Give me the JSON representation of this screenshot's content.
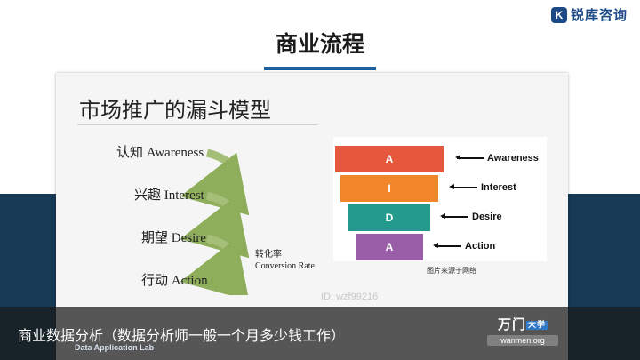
{
  "brand": {
    "logo_text": "锐库咨询"
  },
  "page": {
    "title": "商业流程"
  },
  "slide": {
    "title": "市场推广的漏斗模型",
    "stages": [
      "认知 Awareness",
      "兴趣 Interest",
      "期望 Desire",
      "行动 Action"
    ],
    "conversion": {
      "cn": "转化率",
      "en": "Conversion Rate"
    },
    "funnel": {
      "layers": [
        {
          "letter": "A",
          "label": "Awareness",
          "color": "#e5583d"
        },
        {
          "letter": "I",
          "label": "Interest",
          "color": "#f0852a"
        },
        {
          "letter": "D",
          "label": "Desire",
          "color": "#239a8c"
        },
        {
          "letter": "A",
          "label": "Action",
          "color": "#9a5ea8"
        }
      ],
      "source": "图片来源于网络"
    },
    "watermark": "ID: wzf99216"
  },
  "footer": {
    "caption": "商业数据分析（数据分析师一般一个月多少钱工作）",
    "lab_text": "Data Application Lab",
    "wanmen_cn": "万门",
    "wanmen_tag": "大学",
    "wanmen_url": "wanmen.org"
  }
}
